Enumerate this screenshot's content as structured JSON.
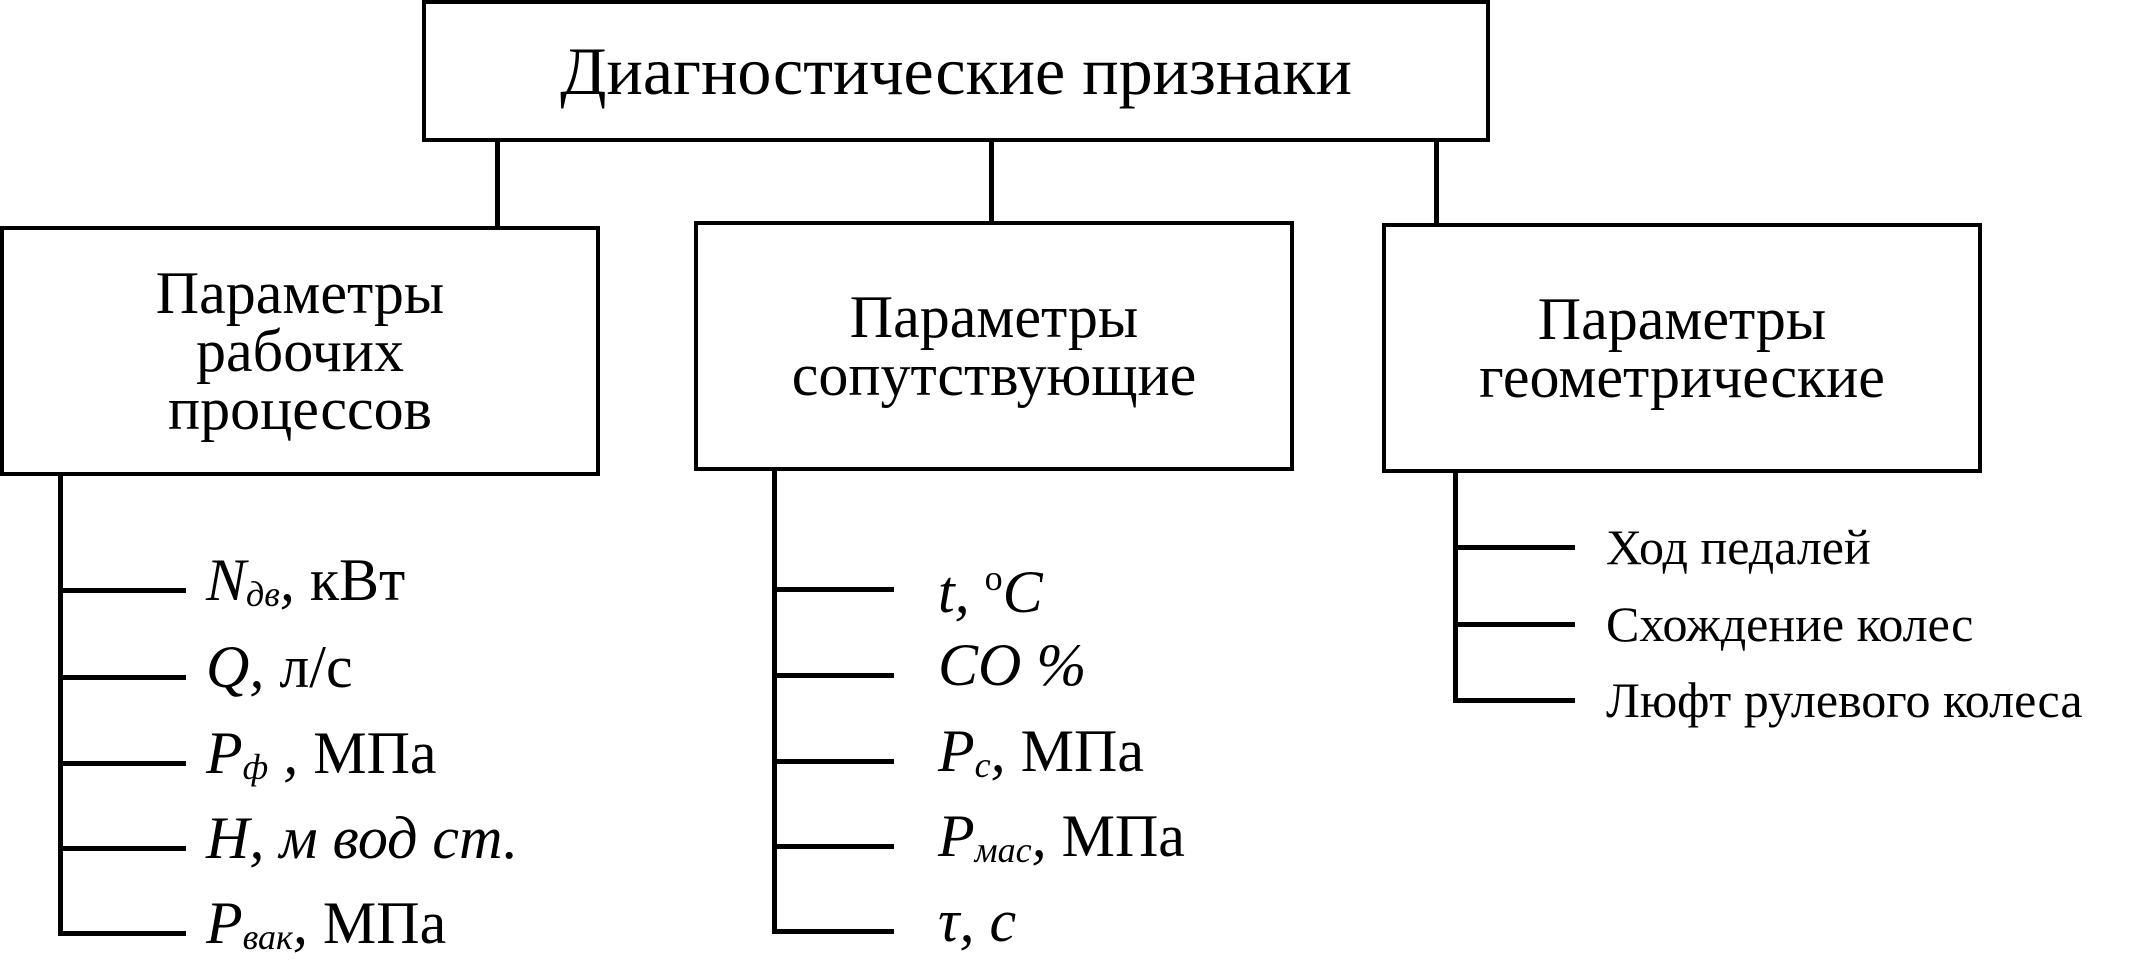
{
  "root": {
    "label": "Диагностические признаки"
  },
  "categories": [
    {
      "lines": [
        "Параметры",
        "рабочих",
        "процессов"
      ],
      "items": [
        {
          "main": "N",
          "sub": "дв",
          "tail": ",",
          "unit": " кВт"
        },
        {
          "main": "Q",
          "sub": "",
          "tail": ",",
          "unit": " л/с"
        },
        {
          "main": "P",
          "sub": "ф",
          "tail": " ,",
          "unit": " МПа"
        },
        {
          "main": "H, м вод ст.",
          "sub": "",
          "tail": "",
          "unit": ""
        },
        {
          "main": "P",
          "sub": "вак",
          "tail": ",",
          "unit": " МПа"
        }
      ]
    },
    {
      "lines": [
        "Параметры",
        "сопутствующие"
      ],
      "items": [
        {
          "main": "t, ",
          "sup": "o",
          "main2": "C",
          "unit": ""
        },
        {
          "main": "CO %",
          "unit": ""
        },
        {
          "main": "P",
          "sub": "c",
          "tail": ",",
          "unit": " МПа"
        },
        {
          "main": "P",
          "sub": "мас",
          "tail": ",",
          "unit": " МПа"
        },
        {
          "main": "τ, c",
          "unit": ""
        }
      ]
    },
    {
      "lines": [
        "Параметры",
        "геометрические"
      ],
      "items": [
        "Ход педалей",
        "Схождение колес",
        "Люфт рулевого колеса"
      ]
    }
  ]
}
